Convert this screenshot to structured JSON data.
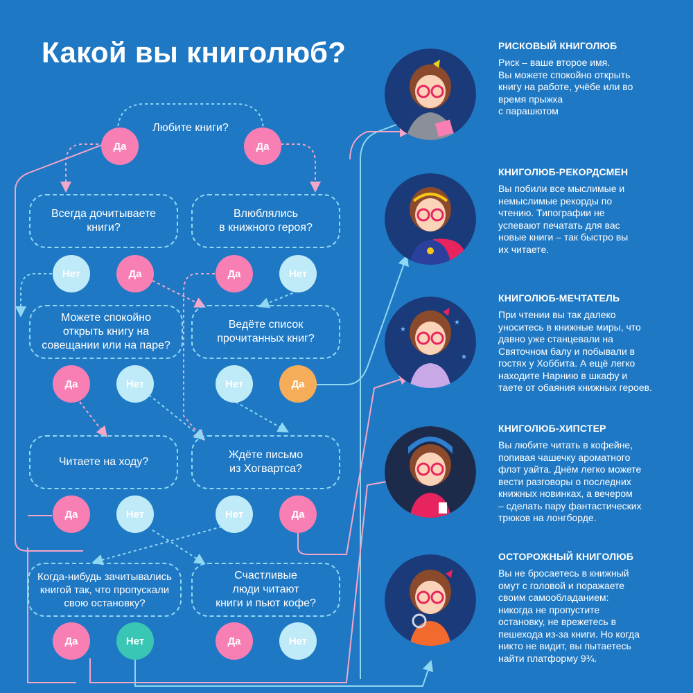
{
  "title": "Какой вы книголюб?",
  "questions": {
    "q_love_books": "Любите книги?",
    "q_finish_books": "Всегда дочитываете\nкниги?",
    "q_fell_in_love": "Влюблялись\nв книжного героя?",
    "q_open_at_meeting": "Можете спокойно\nоткрыть книгу на\nсовещании или на паре?",
    "q_keep_list": "Ведёте список\nпрочитанных книг?",
    "q_read_on_go": "Читаете на ходу?",
    "q_hogwarts": "Ждёте письмо\nиз Хогвартса?",
    "q_missed_stop": "Когда-нибудь зачитывались\nкнигой так, что пропускали\nсвою остановку?",
    "q_coffee": "Счастливые\nлюди читают\nкниги и пьют кофе?"
  },
  "answers": {
    "yes": "Да",
    "no": "Нет"
  },
  "results": [
    {
      "title": "РИСКОВЫЙ КНИГОЛЮБ",
      "text": "Риск – ваше второе имя.\nВы можете спокойно открыть\nкнигу на работе, учёбе или во\nвремя прыжка\nс парашютом"
    },
    {
      "title": "КНИГОЛЮБ-РЕКОРДСМЕН",
      "text": "Вы побили все мыслимые и\nнемыслимые рекорды по\nчтению. Типографии не\nуспевают печатать для вас\nновые книги – так быстро вы\nих читаете."
    },
    {
      "title": "КНИГОЛЮБ-МЕЧТАТЕЛЬ",
      "text": "При чтении вы так далеко\nуноситесь в книжные миры, что\nдавно уже станцевали на\nСвяточном балу и побывали в\nгостях у Хоббита. А ещё легко\nнаходите Нарнию в шкафу и\nтаете от обаяния книжных героев."
    },
    {
      "title": "КНИГОЛЮБ-ХИПСТЕР",
      "text": "Вы любите читать в кофейне,\nпопивая чашечку ароматного\nфлэт уайта. Днём легко можете\nвести разговоры о последних\nкнижных новинках, а вечером\n– сделать пару фантастических\nтрюков на лонгборде."
    },
    {
      "title": "ОСТОРОЖНЫЙ КНИГОЛЮБ",
      "text": "Вы не бросаетесь в книжный\nомут с головой и поражаете\nсвоим самообладанием:\nникогда не пропустите\nостановку, не врежетесь в\nпешехода из-за книги. Но когда\nникто не видит, вы пытаетесь\nнайти платформу 9¾."
    }
  ],
  "colors": {
    "background": "#1f78c4",
    "yes": "#f77fb3",
    "no": "#bfeaf8",
    "dashed": "#8fd8f2",
    "pink_line": "#f4a6c8",
    "blue_line": "#8fd8f2",
    "orange": "#f5ad5a",
    "teal": "#39c6b4",
    "avatar_bg": "#1a3a7a"
  },
  "icons": [
    "girl-avatar-risky",
    "girl-avatar-record",
    "girl-avatar-dreamer",
    "girl-avatar-hipster",
    "girl-avatar-careful"
  ]
}
